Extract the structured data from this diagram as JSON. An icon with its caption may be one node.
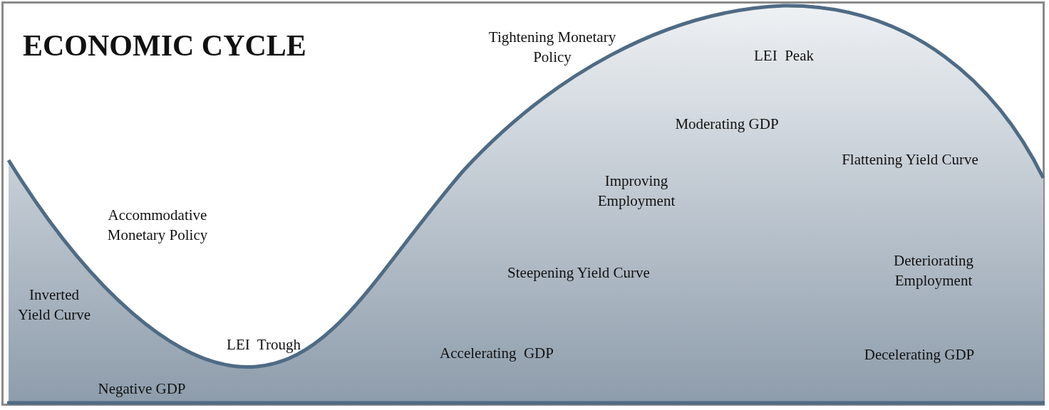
{
  "diagram": {
    "title": "ECONOMIC CYCLE",
    "labels": [
      "Tightening Monetary Policy",
      "LEI  Peak",
      "Moderating GDP",
      "Flattening Yield Curve",
      "Improving Employment",
      "Accommodative Monetary Policy",
      "Steepening Yield Curve",
      "Deteriorating Employment",
      "Inverted Yield Curve",
      "LEI  Trough",
      "Accelerating  GDP",
      "Decelerating GDP",
      "Negative GDP"
    ]
  }
}
